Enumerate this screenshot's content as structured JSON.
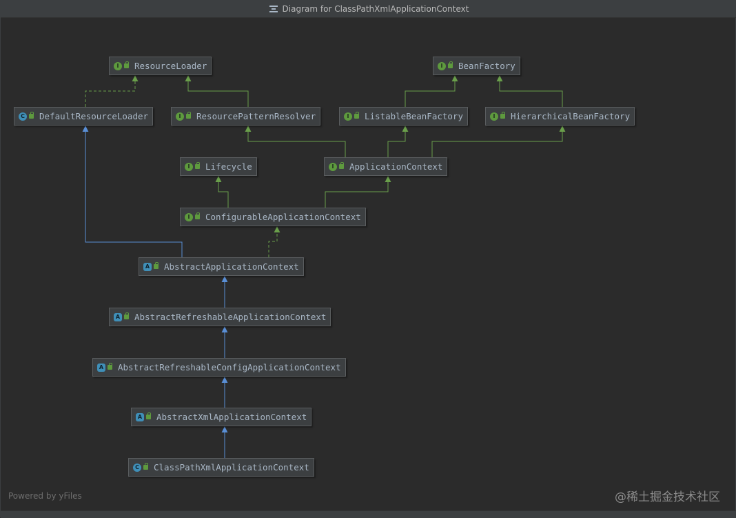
{
  "window": {
    "title": "Diagram for ClassPathXmlApplicationContext"
  },
  "colors": {
    "background": "#2b2b2b",
    "node_fill": "#3c3f41",
    "interface_edge": "#6a9f4b",
    "class_edge": "#5a8fd6",
    "interface_badge": "#5e9a3e",
    "class_badge": "#3f8fb8"
  },
  "nodes": {
    "resource_loader": {
      "label": "ResourceLoader",
      "kind": "interface"
    },
    "bean_factory": {
      "label": "BeanFactory",
      "kind": "interface"
    },
    "default_resource_loader": {
      "label": "DefaultResourceLoader",
      "kind": "class"
    },
    "resource_pattern_resolver": {
      "label": "ResourcePatternResolver",
      "kind": "interface"
    },
    "listable_bean_factory": {
      "label": "ListableBeanFactory",
      "kind": "interface"
    },
    "hierarchical_bean_factory": {
      "label": "HierarchicalBeanFactory",
      "kind": "interface"
    },
    "lifecycle": {
      "label": "Lifecycle",
      "kind": "interface"
    },
    "application_context": {
      "label": "ApplicationContext",
      "kind": "interface"
    },
    "configurable_application_context": {
      "label": "ConfigurableApplicationContext",
      "kind": "interface"
    },
    "abstract_application_context": {
      "label": "AbstractApplicationContext",
      "kind": "abstract-class"
    },
    "abstract_refreshable_application_context": {
      "label": "AbstractRefreshableApplicationContext",
      "kind": "abstract-class"
    },
    "abstract_refreshable_config_application_context": {
      "label": "AbstractRefreshableConfigApplicationContext",
      "kind": "abstract-class"
    },
    "abstract_xml_application_context": {
      "label": "AbstractXmlApplicationContext",
      "kind": "abstract-class"
    },
    "class_path_xml_application_context": {
      "label": "ClassPathXmlApplicationContext",
      "kind": "class"
    }
  },
  "footer": {
    "powered_by": "Powered by yFiles",
    "watermark": "@稀土掘金技术社区"
  }
}
